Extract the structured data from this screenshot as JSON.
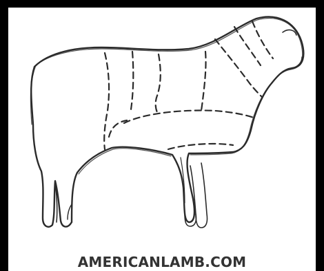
{
  "caption": {
    "text": "AMERICANLAMB.COM"
  },
  "colors": {
    "border": "#000000",
    "background": "#ffffff",
    "outline": "#2b2b2b",
    "caption": "#333333"
  },
  "illustration": {
    "subject": "lamb-silhouette",
    "style": "sketched outline with dashed cut lines"
  }
}
